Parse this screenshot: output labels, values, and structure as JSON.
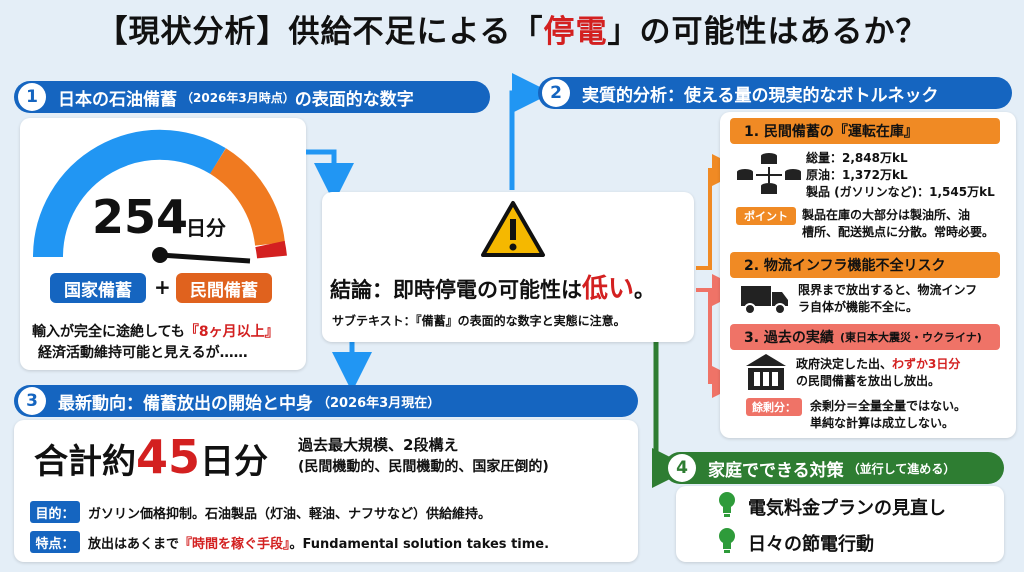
{
  "title": {
    "part1": "【現状分析】供給不足による「",
    "highlight": "停電",
    "part2": "」の可能性はあるか？"
  },
  "section1": {
    "number": "1",
    "heading": "日本の石油備蓄",
    "heading_small": "（2026年3月時点）",
    "heading_tail": "の表面的な数字",
    "days_value": "254",
    "days_unit": "日分",
    "national_label": "国家備蓄",
    "plus": "+",
    "private_label": "民間備蓄",
    "note_line1_prefix": "輸入が完全に途絶しても",
    "note_line1_highlight": "『8ヶ月以上』",
    "note_line2": "経済活動維持可能と見えるが……"
  },
  "section2": {
    "number": "2",
    "heading": "実質的分析：使える量の現実的なボトルネック",
    "item1": {
      "title": "1. 民間備蓄の『運転在庫』",
      "total": "総量：2,848万kL",
      "crude": "原油：1,372万kL",
      "products": "製品 (ガソリンなど)：1,545万kL",
      "point_tag": "ポイント",
      "point_line1": "製品在庫の大部分は製油所、油",
      "point_line2": "槽所、配送拠点に分散。常時必要。"
    },
    "item2": {
      "title": "2. 物流インフラ機能不全リスク",
      "line1": "限界まで放出すると、物流インフ",
      "line2": "ラ自体が機能不全に。"
    },
    "item3": {
      "title": "3. 過去の実績",
      "title_small": "(東日本大震災・ウクライナ)",
      "line1_prefix": "政府決定した出、",
      "line1_highlight": "わずか3日分",
      "line2": "の民間備蓄を放出し放出。",
      "tag": "餘剰分：",
      "line3": "余剰分＝全量全量ではない。",
      "line4": "単純な計算は成立しない。"
    }
  },
  "conclusion": {
    "main_prefix": "結論：即時停電の可能性は",
    "main_highlight": "低い",
    "main_suffix": "。",
    "sub": "サブテキスト：『備蓄』の表面的な数字と実態に注意。"
  },
  "section3": {
    "number": "3",
    "heading": "最新動向：備蓄放出の開始と中身",
    "heading_small": "（2026年3月現在）",
    "total_prefix": "合計約",
    "total_value": "45",
    "total_unit": "日分",
    "scale_line1": "過去最大規模、2段構え",
    "scale_line2": "(民間機動的、民間機動的、国家圧倒的)",
    "purpose_tag": "目的：",
    "purpose_text": "ガソリン価格抑制。石油製品（灯油、軽油、ナフサなど）供給維持。",
    "feature_tag": "特点：",
    "feature_prefix": "放出はあくまで",
    "feature_highlight": "『時間を稼ぐ手段』",
    "feature_suffix": "。Fundamental solution takes time."
  },
  "section4": {
    "number": "4",
    "heading": "家庭でできる対策",
    "heading_small": "（並行して進める）",
    "item1": "電気料金プランの見直し",
    "item2": "日々の節電行動"
  },
  "colors": {
    "blue": "#1565c0",
    "green": "#2e7d32",
    "orange": "#f08a24",
    "red": "#d32020",
    "salmon": "#ef7367"
  }
}
